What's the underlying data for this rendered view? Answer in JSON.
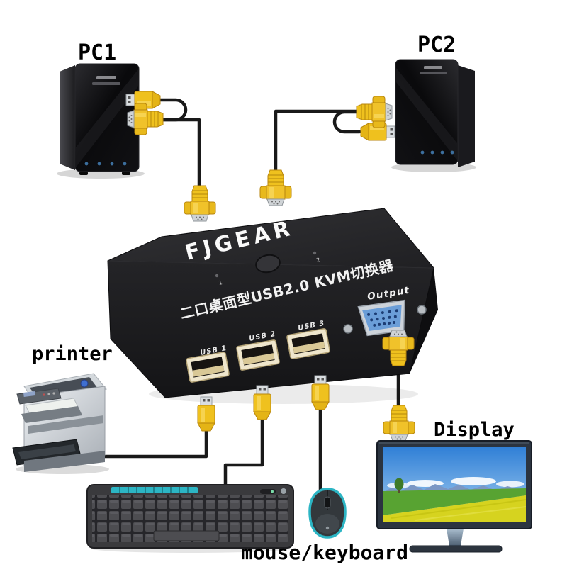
{
  "device_labels": {
    "pc1": "PC1",
    "pc2": "PC2",
    "printer": "printer",
    "display": "Display",
    "mouse_keyboard": "mouse/keyboard"
  },
  "kvm": {
    "brand": "FJGEAR",
    "model_text": "二口桌面型USB2.0 KVM切换器",
    "output_label": "Output",
    "usb_port_labels": [
      "USB 1",
      "USB 2",
      "USB 3"
    ],
    "indicator_labels": [
      "1",
      "2"
    ]
  },
  "colors": {
    "connector_yellow": "#EFC11E",
    "cable_black": "#191919",
    "kvm_body": "#1E1E20",
    "vga_port_blue": "#6B9ED8",
    "usb_port_cream": "#EFE6CC",
    "keyboard_teal": "#2CB5C4",
    "mouse_teal": "#2CB5C4",
    "monitor_sky_blue": "#3F8FE0",
    "field_yellow": "#D6D31F",
    "field_green": "#58A332"
  }
}
